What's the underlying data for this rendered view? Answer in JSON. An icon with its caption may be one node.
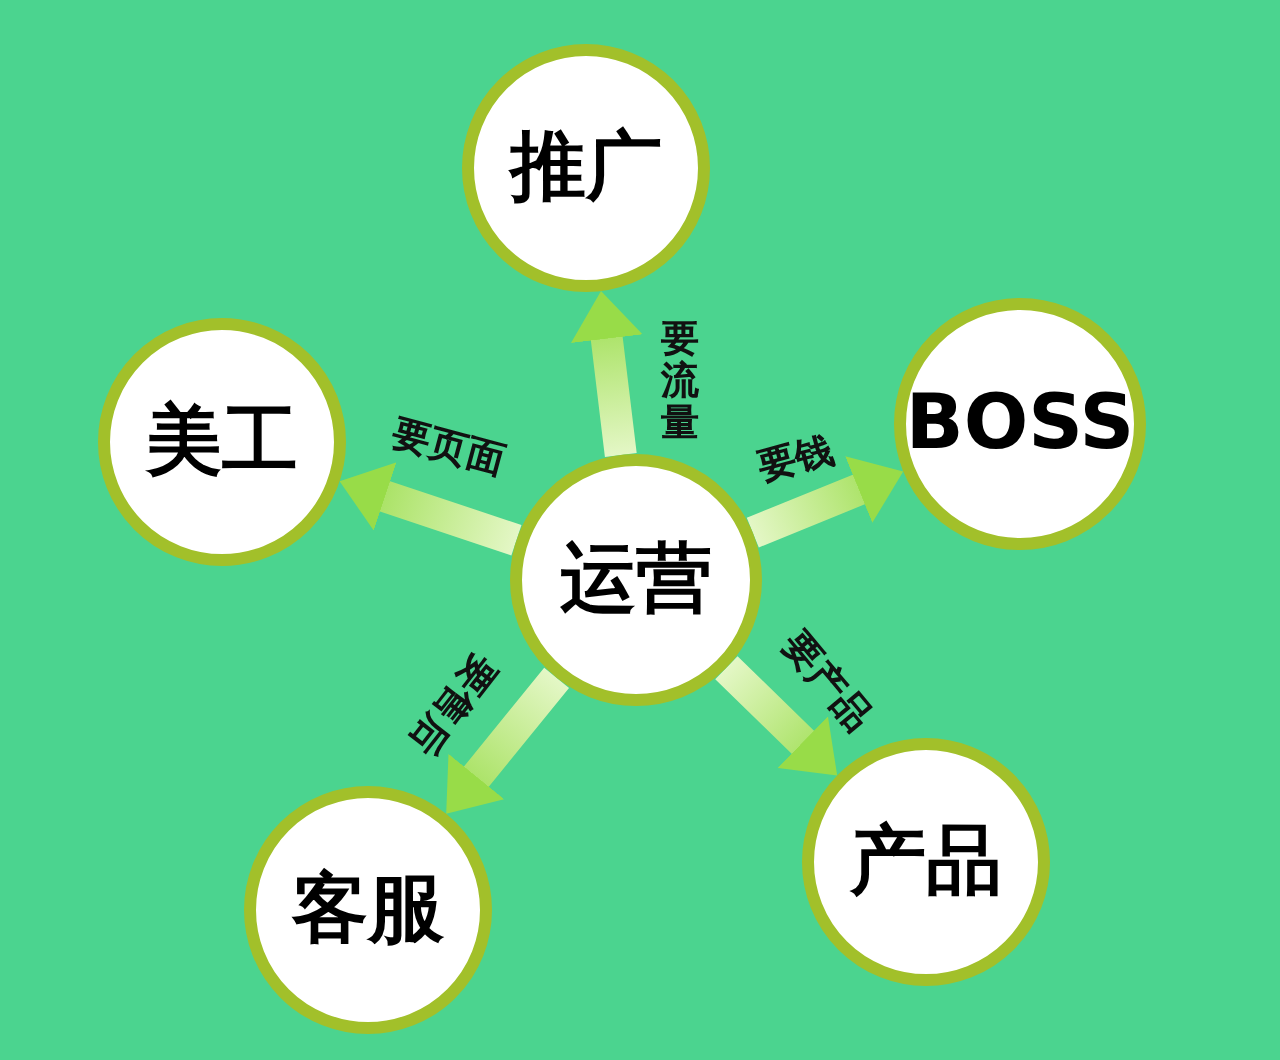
{
  "diagram": {
    "nodes": [
      {
        "text": [
          "推广"
        ]
      },
      {
        "text": [
          "美工"
        ]
      },
      {
        "text": [
          "BOSS"
        ]
      },
      {
        "text": [
          "运营"
        ]
      },
      {
        "text": [
          "客服"
        ]
      },
      {
        "text": [
          "产品"
        ]
      }
    ],
    "edges": [
      {
        "from": 3,
        "to": 0,
        "arrow": "to",
        "label": "要流量"
      },
      {
        "from": 3,
        "to": 1,
        "arrow": "to",
        "label": "要页面"
      },
      {
        "from": 3,
        "to": 2,
        "arrow": "to",
        "label": "要钱"
      },
      {
        "from": 3,
        "to": 4,
        "arrow": "to",
        "label": "要售后"
      },
      {
        "from": 3,
        "to": 5,
        "arrow": "to",
        "label": "要产品"
      }
    ]
  }
}
